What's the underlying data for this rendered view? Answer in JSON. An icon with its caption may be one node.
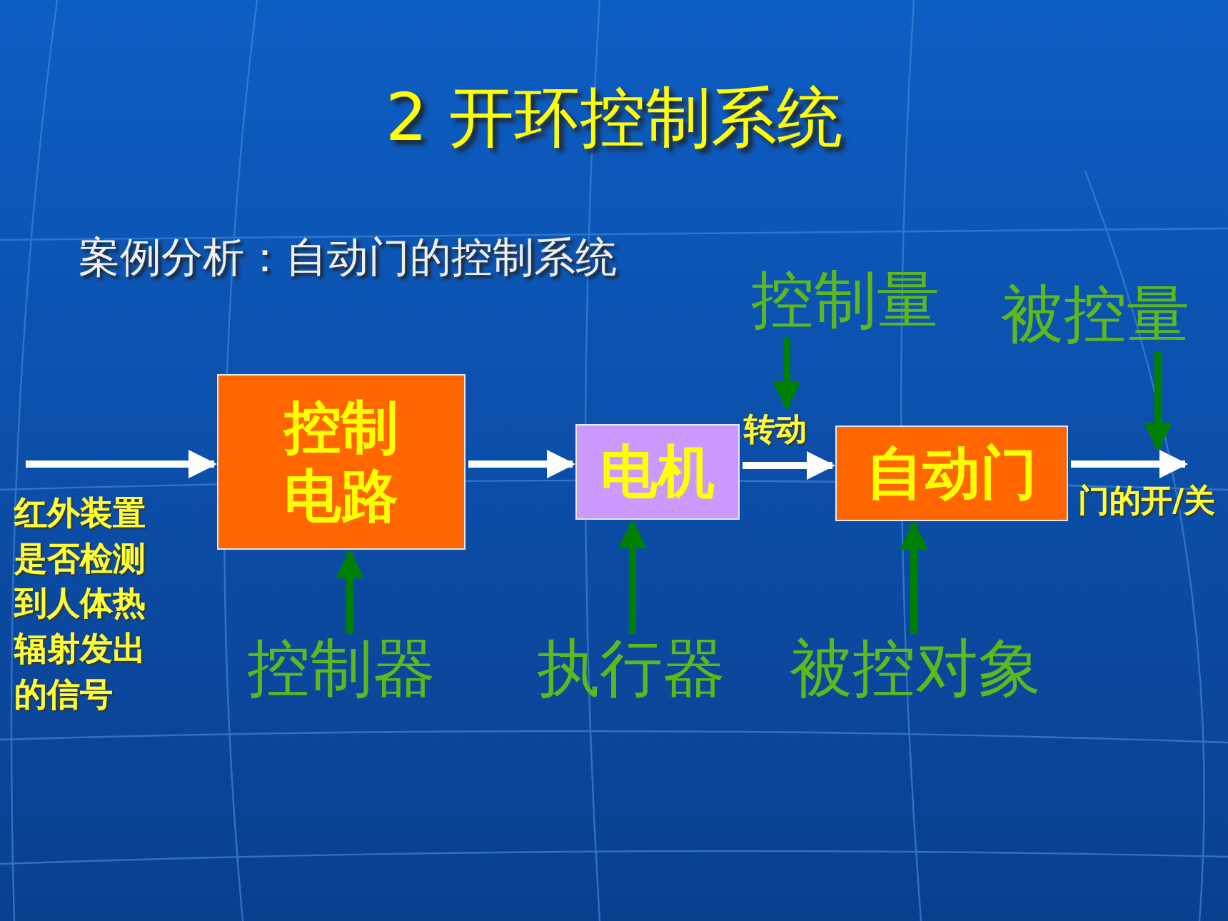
{
  "diagram": {
    "title": "2 开环控制系统",
    "nodes": [
      {
        "text": [
          "控制电路"
        ]
      },
      {
        "text": [
          "电机"
        ]
      },
      {
        "text": [
          "自动门"
        ]
      },
      {
        "text": [
          "控制器"
        ]
      },
      {
        "text": [
          "执行器"
        ]
      },
      {
        "text": [
          "被控对象"
        ]
      },
      {
        "text": [
          "控制量"
        ]
      },
      {
        "text": [
          "被控量"
        ]
      },
      {
        "text": [
          "门的开/关"
        ]
      }
    ],
    "edges": [
      {
        "from": null,
        "to": 0,
        "arrow": "to",
        "color": "#ffffff"
      },
      {
        "from": 0,
        "to": 1,
        "arrow": "to",
        "color": "#ffffff"
      },
      {
        "from": 1,
        "to": 2,
        "arrow": "to",
        "label": "转动",
        "color": "#ffffff"
      },
      {
        "from": 2,
        "to": 8,
        "arrow": "to",
        "color": "#ffffff"
      },
      {
        "from": 3,
        "to": 0,
        "arrow": "to",
        "color": "#008000"
      },
      {
        "from": 4,
        "to": 1,
        "arrow": "to",
        "color": "#008000"
      },
      {
        "from": 5,
        "to": 2,
        "arrow": "to",
        "color": "#008000"
      },
      {
        "from": 6,
        "to": 1,
        "arrow": "to",
        "color": "#008000"
      },
      {
        "from": 7,
        "to": 8,
        "arrow": "to",
        "color": "#008000"
      }
    ],
    "labels": [
      "案例分析：自动门的控制系统",
      "红外装置是否检测到人体热辐射发出的信号"
    ]
  }
}
